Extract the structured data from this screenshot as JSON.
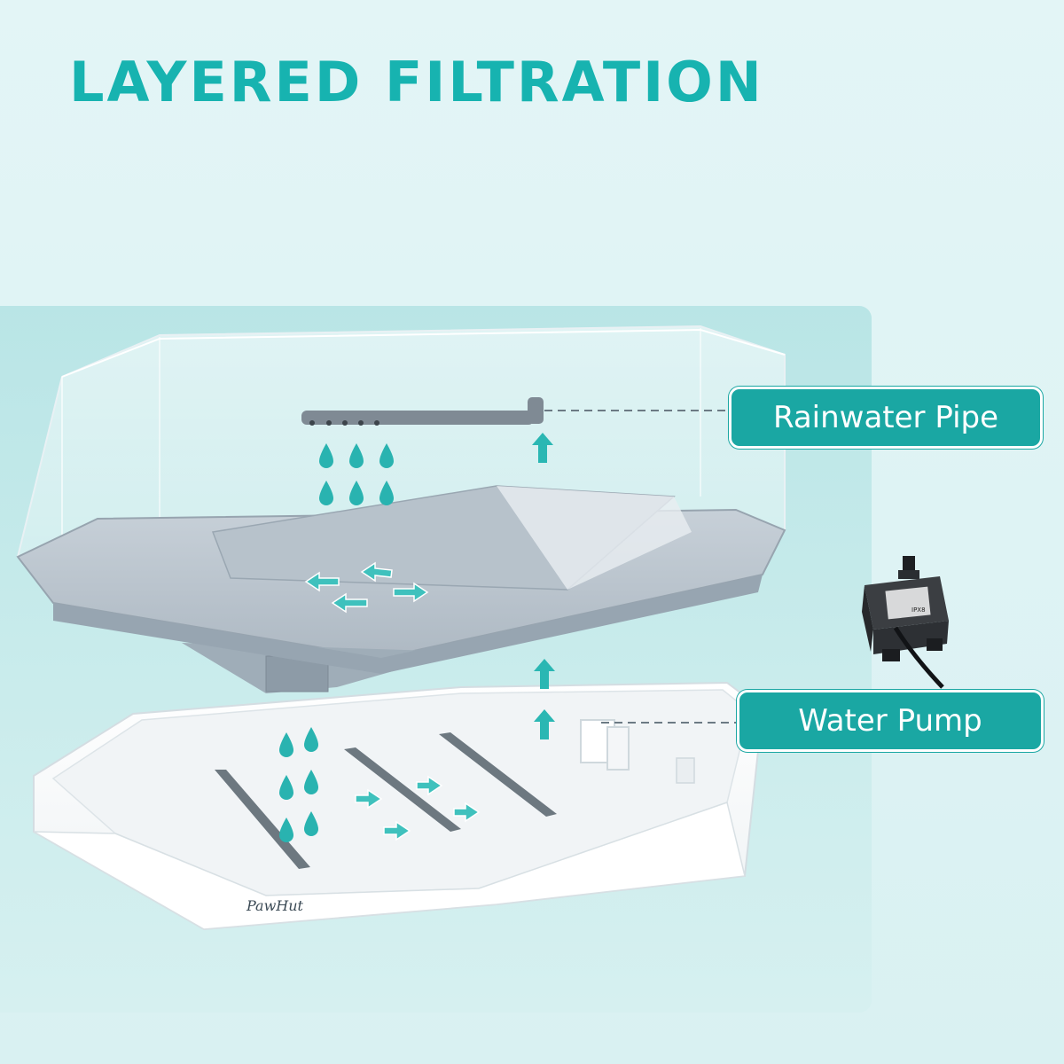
{
  "heading": "LAYERED FILTRATION",
  "callouts": {
    "pipe": "Rainwater Pipe",
    "pump": "Water Pump"
  },
  "brand": "PawHut",
  "pump_label": "IPX8",
  "colors": {
    "accent": "#1aa7a3",
    "title": "#17b3b0",
    "background": "#e3f5f6",
    "panel": "#bfe7e8",
    "tray": "#aab7c2",
    "base": "#ffffff",
    "partition": "#6d7880"
  },
  "icons": [
    "water-drop-icon",
    "flow-arrow-icon",
    "up-arrow-icon"
  ]
}
